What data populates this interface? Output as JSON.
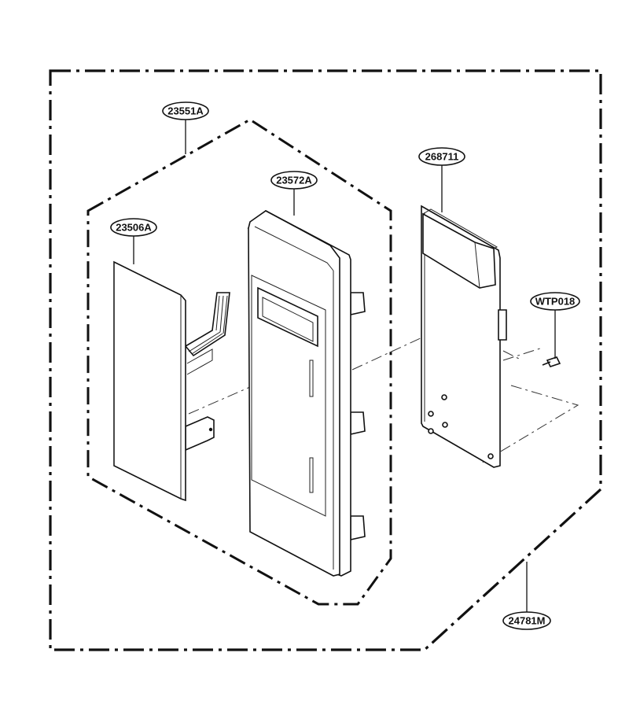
{
  "labels": {
    "assembly_outer": "24781M",
    "assembly_inner": "23551A",
    "sheet": "23506A",
    "panel": "23572A",
    "pcb": "268711",
    "screw": "WTP018"
  }
}
